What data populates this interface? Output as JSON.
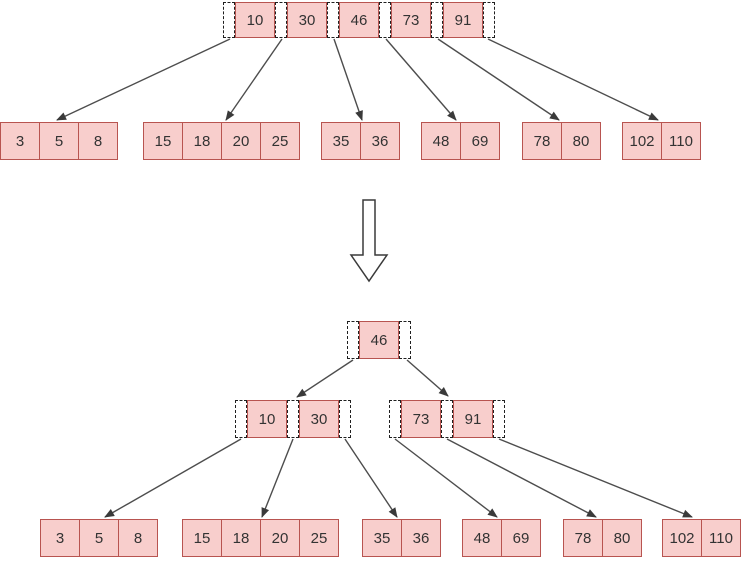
{
  "diagram_type": "btree-split",
  "colors": {
    "key_fill": "#f8cecc",
    "key_border": "#b85450",
    "slot_border": "#1f1f1f",
    "arrow": "#4d4d4d",
    "big_arrow_fill": "#ffffff"
  },
  "before_split": {
    "root": {
      "keys": [
        "10",
        "30",
        "46",
        "73",
        "91"
      ]
    },
    "leaves": [
      {
        "cells": [
          "3",
          "5",
          "8"
        ]
      },
      {
        "cells": [
          "15",
          "18",
          "20",
          "25"
        ]
      },
      {
        "cells": [
          "35",
          "36"
        ]
      },
      {
        "cells": [
          "48",
          "69"
        ]
      },
      {
        "cells": [
          "78",
          "80"
        ]
      },
      {
        "cells": [
          "102",
          "110"
        ]
      }
    ]
  },
  "after_split": {
    "root": {
      "keys": [
        "46"
      ]
    },
    "internal": [
      {
        "keys": [
          "10",
          "30"
        ]
      },
      {
        "keys": [
          "73",
          "91"
        ]
      }
    ],
    "leaves": [
      {
        "cells": [
          "3",
          "5",
          "8"
        ]
      },
      {
        "cells": [
          "15",
          "18",
          "20",
          "25"
        ]
      },
      {
        "cells": [
          "35",
          "36"
        ]
      },
      {
        "cells": [
          "48",
          "69"
        ]
      },
      {
        "cells": [
          "78",
          "80"
        ]
      },
      {
        "cells": [
          "102",
          "110"
        ]
      }
    ]
  }
}
